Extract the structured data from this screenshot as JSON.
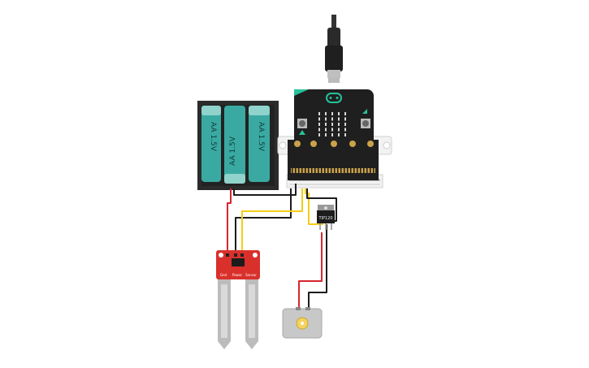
{
  "battery": {
    "cells": [
      {
        "label": "AA 1.5V"
      },
      {
        "label": "AA 1.5V"
      },
      {
        "label": "AA 1.5V"
      }
    ],
    "colors": {
      "case": "#2b2b2b",
      "cell": "#3aa9a1",
      "cell_top": "#8fd3cc"
    }
  },
  "microbit": {
    "board_color": "#1f1f1f",
    "accent_color": "#27c19a",
    "breakout_color": "#f2f2f2"
  },
  "transistor": {
    "label": "TIP120"
  },
  "soil_sensor": {
    "pins": [
      {
        "label": "Gnd"
      },
      {
        "label": "Power"
      },
      {
        "label": "Sensor"
      }
    ],
    "board_color": "#d9302b"
  },
  "motor": {
    "body_color": "#c8c8c8"
  },
  "wires": {
    "red": "#d7262e",
    "black": "#1c1c1c",
    "yellow": "#f3cd17"
  }
}
